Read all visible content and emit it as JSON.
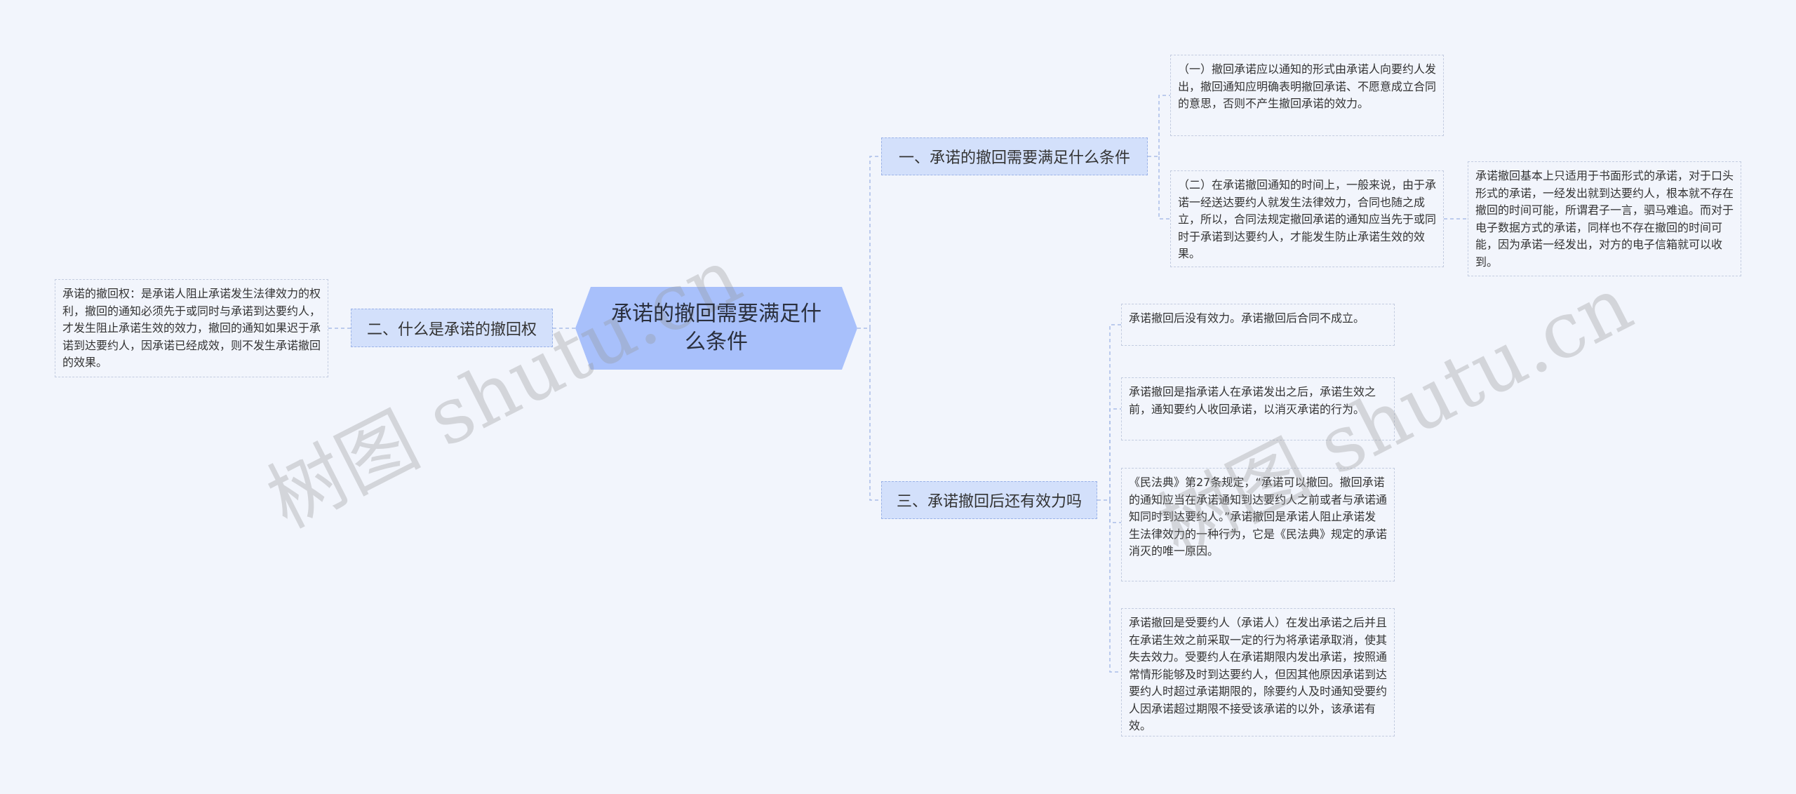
{
  "root": {
    "text": "承诺的撤回需要满足什么条件"
  },
  "branches": [
    {
      "label": "一、承诺的撤回需要满足什么条件"
    },
    {
      "label": "二、什么是承诺的撤回权"
    },
    {
      "label": "三、承诺撤回后还有效力吗"
    }
  ],
  "leaves": {
    "b1_1": "（一）撤回承诺应以通知的形式由承诺人向要约人发出，撤回通知应明确表明撤回承诺、不愿意成立合同的意思，否则不产生撤回承诺的效力。",
    "b1_2": "（二）在承诺撤回通知的时间上，一般来说，由于承诺一经送达要约人就发生法律效力，合同也随之成立，所以，合同法规定撤回承诺的通知应当先于或同时于承诺到达要约人，才能发生防止承诺生效的效果。",
    "b1_2_1": "承诺撤回基本上只适用于书面形式的承诺，对于口头形式的承诺，一经发出就到达要约人，根本就不存在撤回的时间可能，所谓君子一言，驷马难追。而对于电子数据方式的承诺，同样也不存在撤回的时间可能，因为承诺一经发出，对方的电子信箱就可以收到。",
    "b2_1": "承诺的撤回权：是承诺人阻止承诺发生法律效力的权利，撤回的通知必须先于或同时与承诺到达要约人，才发生阻止承诺生效的效力，撤回的通知如果迟于承诺到达要约人，因承诺已经成效，则不发生承诺撤回的效果。",
    "b3_1": "承诺撤回后没有效力。承诺撤回后合同不成立。",
    "b3_2": "承诺撤回是指承诺人在承诺发出之后，承诺生效之前，通知要约人收回承诺，以消灭承诺的行为。",
    "b3_3": "《民法典》第27条规定，“承诺可以撤回。撤回承诺的通知应当在承诺通知到达要约人之前或者与承诺通知同时到达要约人。”承诺撤回是承诺人阻止承诺发生法律效力的一种行为，它是《民法典》规定的承诺消灭的唯一原因。",
    "b3_4": "承诺撤回是受要约人（承诺人）在发出承诺之后并且在承诺生效之前采取一定的行为将承诺承取消，使其失去效力。受要约人在承诺期限内发出承诺，按照通常情形能够及时到达要约人，但因其他原因承诺到达要约人时超过承诺期限的，除要约人及时通知受要约人因承诺超过期限不接受该承诺的以外，该承诺有效。"
  },
  "watermark": {
    "text_left": "树图 shutu.cn",
    "text_right": "树图 shutu.cn"
  },
  "colors": {
    "background": "#f2f5fc",
    "root_fill": "#a8c0fb",
    "branch_fill": "#d3e0fb",
    "line": "#a9bde8"
  }
}
